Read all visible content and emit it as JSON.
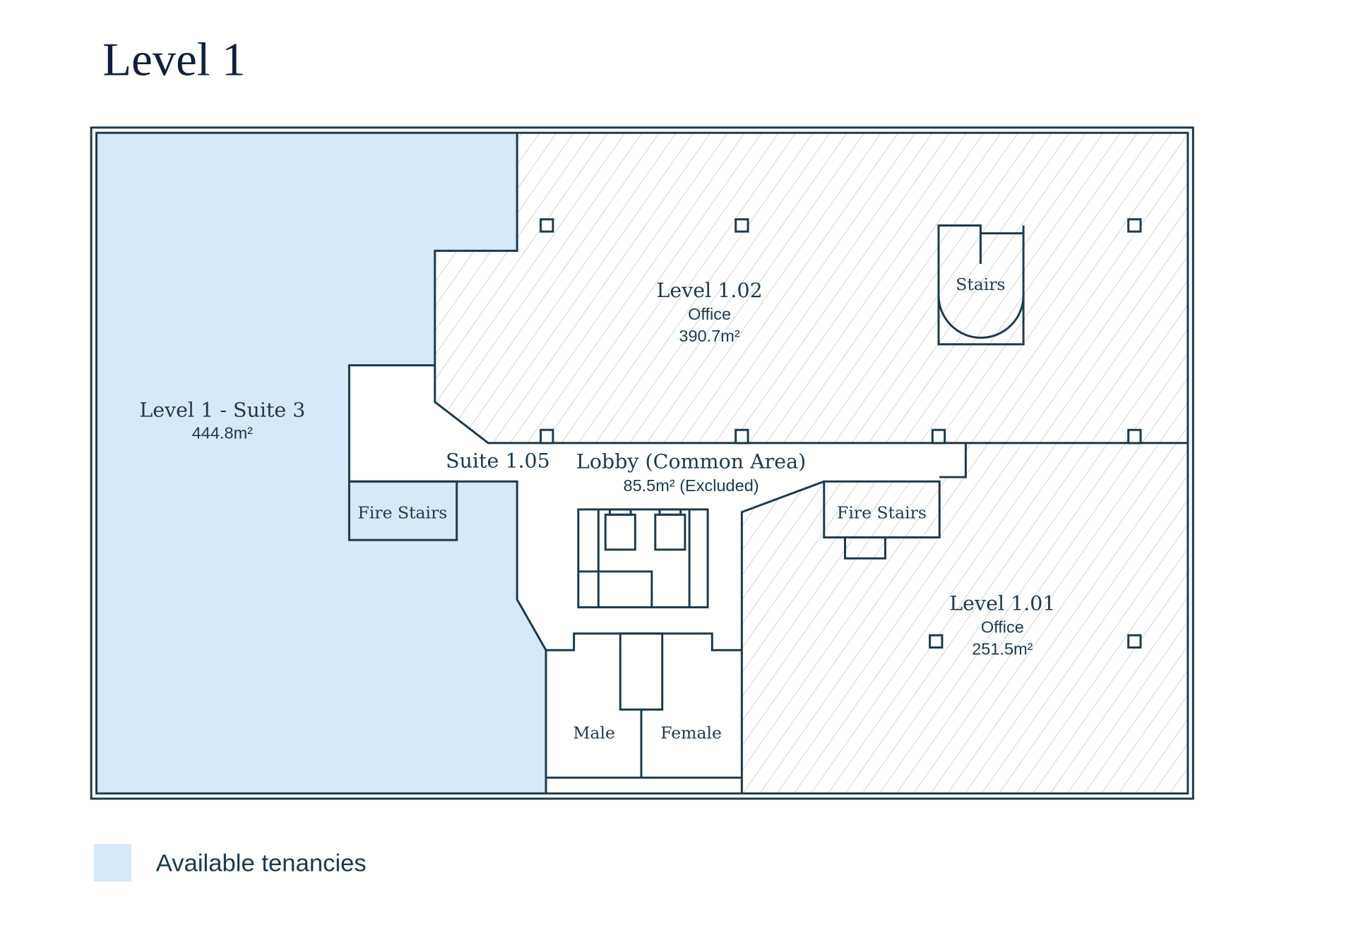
{
  "title": "Level 1",
  "colors": {
    "available": "#d7e8f8",
    "wall": "#1c3a4c",
    "title": "#0f1f3d",
    "hatch": "#c9c9c9"
  },
  "rooms": {
    "suite3": {
      "name": "Level 1 - Suite 3",
      "area": "444.8m²"
    },
    "l102": {
      "name": "Level 1.02",
      "use": "Office",
      "area": "390.7m²"
    },
    "l101": {
      "name": "Level 1.01",
      "use": "Office",
      "area": "251.5m²"
    },
    "suite105": {
      "name": "Suite 1.05"
    },
    "lobby": {
      "name": "Lobby (Common Area)",
      "area": "85.5m² (Excluded)"
    },
    "fire_stairs_left": "Fire Stairs",
    "fire_stairs_right": "Fire Stairs",
    "stairs": "Stairs",
    "male": "Male",
    "female": "Female"
  },
  "legend": {
    "label": "Available tenancies"
  }
}
